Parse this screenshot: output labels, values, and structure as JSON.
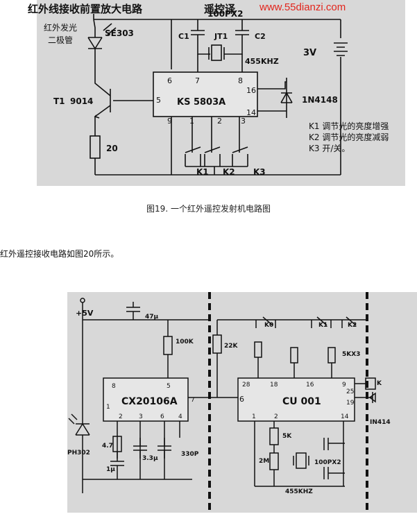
{
  "figure1": {
    "caption": "图19. 一个红外遥控发射机电路图",
    "labels": {
      "cap_top": "100PX2",
      "led_name": "红外发光",
      "led_name2": "二极管",
      "led_part": "SE303",
      "c1": "C1",
      "jt1": "JT1",
      "c2": "C2",
      "crystal": "455KHZ",
      "battery": "3V",
      "transistor_ref": "T1",
      "transistor_part": "9014",
      "ic": "KS 5803A",
      "diode": "1N4148",
      "resistor": "20",
      "pin6": "6",
      "pin7": "7",
      "pin8": "8",
      "pin16": "16",
      "pin5": "5",
      "pin14": "14",
      "pin9": "9",
      "pin1": "1",
      "pin2": "2",
      "pin3": "3",
      "k1": "K1",
      "k2": "K2",
      "k3": "K3",
      "note1": "K1 调节光的亮度增强",
      "note2": "K2 调节光的亮度减弱",
      "note3": "K3 开/关。"
    }
  },
  "intro_text": "红外遥控接收电路如图20所示。",
  "figure2": {
    "labels": {
      "vcc": "+5V",
      "cap47": "47μ",
      "r100k": "100K",
      "r22k": "22K",
      "k0": "K0",
      "k1": "K1",
      "k2": "K2",
      "r5kx3": "5KX3",
      "ic1": "CX20106A",
      "ic2": "CU 001",
      "p8": "8",
      "p5": "5",
      "p1": "1",
      "p7": "7",
      "p2": "2",
      "p3": "3",
      "p6": "6",
      "p4": "4",
      "q28": "28",
      "q18": "18",
      "q16": "16",
      "q9": "9",
      "q25": "25",
      "q6": "6",
      "q19": "19",
      "q1": "1",
      "q2": "2",
      "q14": "14",
      "r47": "4.7",
      "c1u": "1μ",
      "c33": "3.3μ",
      "c330": "330P",
      "r5k": "5K",
      "r2m": "2M",
      "cap100": "100PX2",
      "xtal": "455KHZ",
      "pd": "PH302",
      "rk": "K",
      "diode": "IN414"
    },
    "caption_left": "红外线接收前置放大电路",
    "caption_right": "遥控译",
    "watermark": "www.55dianzi.com"
  }
}
